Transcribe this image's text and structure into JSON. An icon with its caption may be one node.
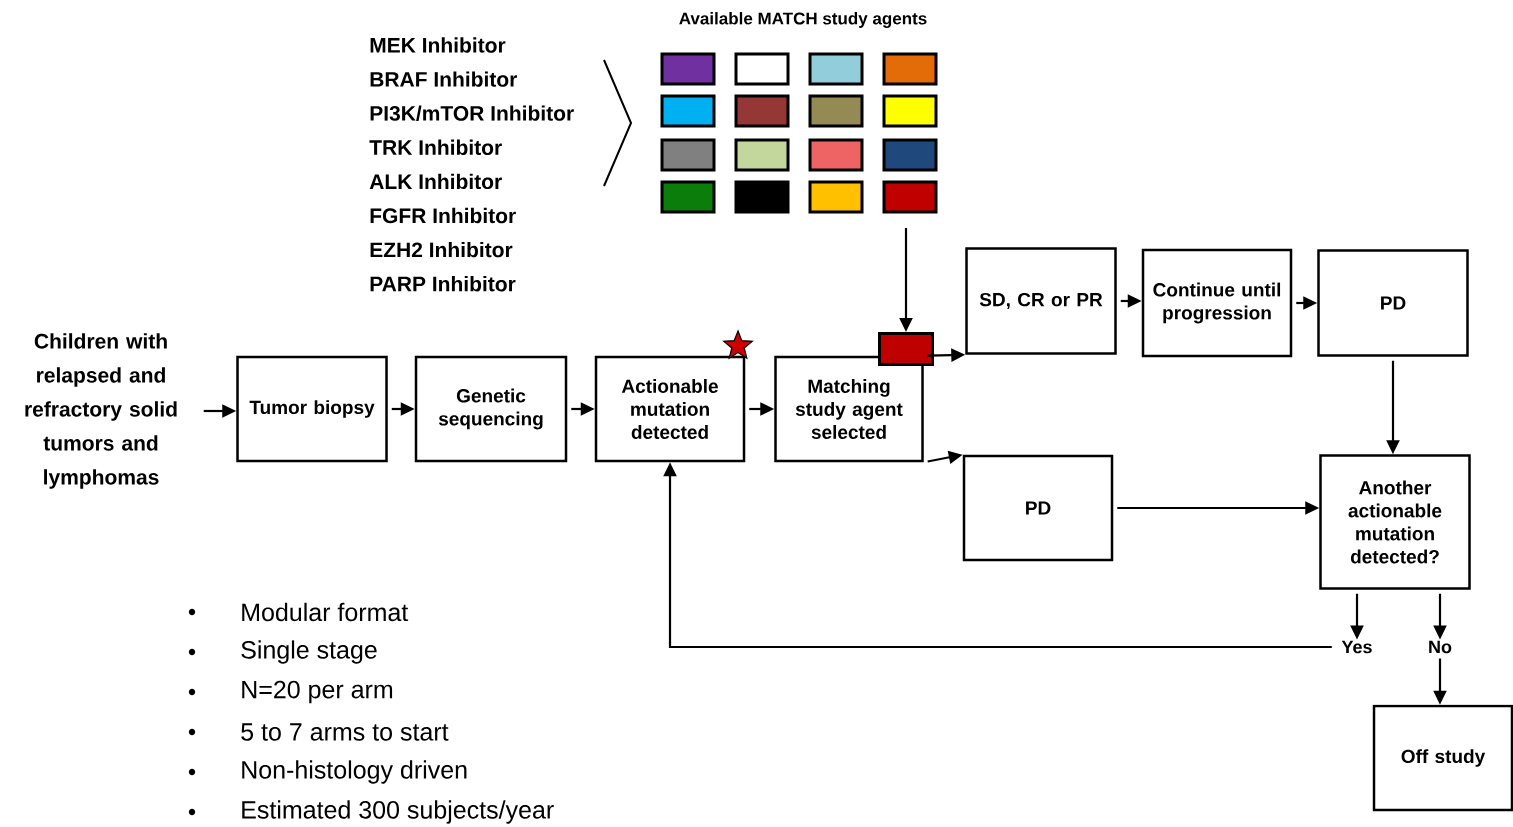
{
  "diagram": {
    "nodes": [
      {
        "text": [
          "Children with relapsed and refractory solid tumors and lymphomas"
        ]
      },
      {
        "text": [
          "Tumor biopsy"
        ]
      },
      {
        "text": [
          "Genetic sequencing"
        ]
      },
      {
        "text": [
          "Actionable mutation detected"
        ]
      },
      {
        "text": [
          "Matching study agent selected"
        ]
      },
      {
        "text": [
          "SD, CR or PR"
        ]
      },
      {
        "text": [
          "Continue until progression"
        ]
      },
      {
        "text": [
          "PD"
        ]
      },
      {
        "text": [
          "PD"
        ]
      },
      {
        "text": [
          "Another actionable mutation detected?"
        ]
      },
      {
        "text": [
          "Yes"
        ]
      },
      {
        "text": [
          "No"
        ]
      },
      {
        "text": [
          "Off study"
        ]
      },
      {
        "text": [],
        "shape": "box"
      }
    ],
    "edges": [
      {
        "from": 0,
        "to": 1,
        "arrow": "to"
      },
      {
        "from": 1,
        "to": 2,
        "arrow": "to"
      },
      {
        "from": 2,
        "to": 3,
        "arrow": "to"
      },
      {
        "from": 3,
        "to": 4,
        "arrow": "to"
      },
      {
        "from": null,
        "to": 13,
        "arrow": "to"
      },
      {
        "from": 4,
        "to": 5,
        "arrow": "to"
      },
      {
        "from": 4,
        "to": 8,
        "arrow": "to"
      },
      {
        "from": 5,
        "to": 6,
        "arrow": "to"
      },
      {
        "from": 6,
        "to": 7,
        "arrow": "to"
      },
      {
        "from": 7,
        "to": 9,
        "arrow": "to"
      },
      {
        "from": 8,
        "to": 9,
        "arrow": "to"
      },
      {
        "from": 9,
        "to": 10,
        "arrow": "to"
      },
      {
        "from": 9,
        "to": 11,
        "arrow": "to"
      },
      {
        "from": 11,
        "to": 12,
        "arrow": "to"
      },
      {
        "from": 10,
        "to": 3,
        "arrow": "to"
      }
    ],
    "labels": [
      "Available  MATCH study agents",
      "MEK Inhibitor",
      "BRAF Inhibitor",
      "PI3K/mTOR Inhibitor",
      "TRK Inhibitor",
      "ALK Inhibitor",
      "FGFR Inhibitor",
      "EZH2 Inhibitor",
      "PARP Inhibitor",
      "Modular format",
      "Single stage",
      "N=20 per arm",
      "5 to 7 arms to start",
      "Non-histology driven",
      "Estimated 300 subjects/year"
    ]
  }
}
